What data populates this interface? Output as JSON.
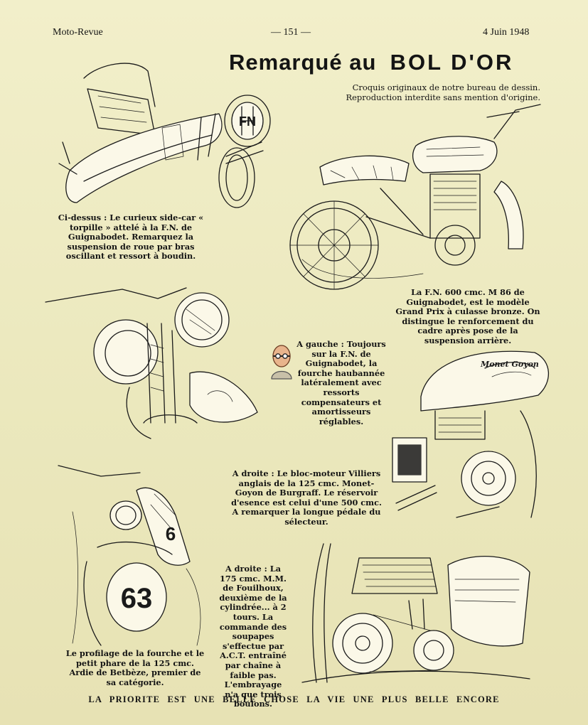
{
  "header": {
    "left": "Moto-Revue",
    "center": "— 151 —",
    "right": "4 Juin 1948"
  },
  "article": {
    "title_part1": "Remarqué au",
    "title_part2": "BOL D'OR",
    "subtitle": "Croquis originaux de notre bureau de dessin. Reproduction interdite sans mention d'origine."
  },
  "captions": {
    "sidecar": "Ci-dessus : Le curieux side-car « torpille » attelé à la F.N. de Guignabodet. Remarquez la suspension de roue par bras oscillant et ressort à boudin.",
    "fn600": "La F.N. 600 cmc. M 86 de Guignabodet, est le modèle Grand Prix à culasse bronze. On distingue le renforcement du cadre après pose de la suspension arrière.",
    "fourche": "A gauche : Toujours sur la F.N. de Guignabodet, la fourche haubannée latéralement avec ressorts compensateurs et amortisseurs réglables.",
    "villiers": "A droite : Le bloc-moteur Villiers anglais de la 125 cmc. Monet-Goyon de Burgraff. Le réservoir d'esence est celui d'une 500 cmc. A remarquer la longue pédale du sélecteur.",
    "mm175": "A droite : La 175 cmc. M.M. de Fouilhoux, deuxième de la cylindrée... à 2 tours. La commande des soupapes s'effectue par A.C.T. entraîné par chaîne à faible pas. L'embrayage n'a que trois boulons.",
    "ardie": "Le profilage de la fourche et le petit phare de la 125 cmc. Ardie de Betbèze, premier de sa catégorie."
  },
  "illustrations": {
    "sidecar_logo": "FN",
    "tank_script": "Monet Goyon",
    "race_number": "63",
    "fork_number": "6"
  },
  "footer": "LA PRIORITE EST UNE BELLE CHOSE LA VIE UNE PLUS BELLE ENCORE"
}
